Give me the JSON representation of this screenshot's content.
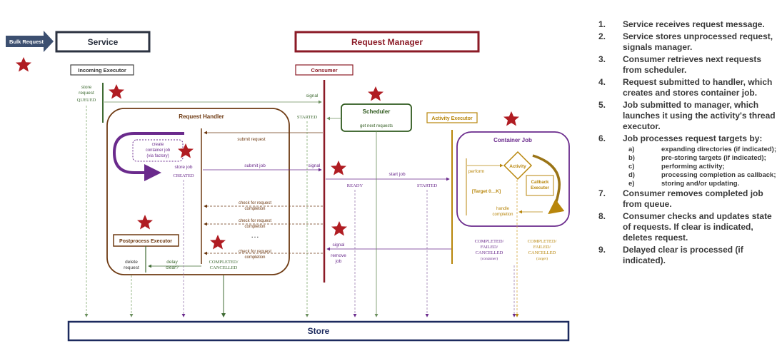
{
  "bulk_request": "Bulk Request",
  "service": {
    "title": "Service",
    "incoming_executor": "Incoming Executor"
  },
  "request_manager": {
    "title": "Request Manager",
    "consumer": "Consumer"
  },
  "request_handler": {
    "title": "Request Handler",
    "create_container_job": [
      "create",
      "container job",
      "(via factory)"
    ],
    "store_job": "store job",
    "created": "CREATED"
  },
  "scheduler": {
    "title": "Scheduler",
    "get_next": "get next requests"
  },
  "activity_executor": {
    "title": "Activity Executor"
  },
  "container_job": {
    "title": "Container Job",
    "activity": "Activity",
    "perform": "perform",
    "target": "[Target 0…K]",
    "callback_executor": [
      "Callback",
      "Executor"
    ],
    "handle_completion": [
      "handle",
      "completion"
    ]
  },
  "postprocess_executor": {
    "title": "Postprocess Executor"
  },
  "store": {
    "title": "Store"
  },
  "labels": {
    "store_request": [
      "store",
      "request"
    ],
    "queued": "QUEUED",
    "signal_top": "signal",
    "started_consumer": "STARTED",
    "submit_request": "submit request",
    "submit_job": "submit job",
    "signal_mid": "signal",
    "start_job": "start job",
    "ready": "READY",
    "started_activity": "STARTED",
    "check_1": [
      "check for request",
      "completion"
    ],
    "check_2": [
      "check for request",
      "completion"
    ],
    "ellipsis": "…",
    "check_3": [
      "check for request",
      "completion"
    ],
    "signal_low": "signal",
    "remove_job": [
      "remove",
      "job"
    ],
    "delete_request": [
      "delete",
      "request"
    ],
    "delay_clear": [
      "delay",
      "clear?"
    ],
    "completed_cancelled": [
      "COMPLETED/",
      "CANCELLED"
    ],
    "completed_container": [
      "COMPLETED/",
      "FAILED/",
      "CANCELLED",
      "(container)"
    ],
    "completed_target": [
      "COMPLETED/",
      "FAILED/",
      "CANCELLED",
      "(target)"
    ]
  },
  "steps": [
    {
      "num": "1.",
      "text": "Service receives request message."
    },
    {
      "num": "2.",
      "text": "Service stores unprocessed request, signals manager."
    },
    {
      "num": "3.",
      "text": "Consumer retrieves next requests from scheduler."
    },
    {
      "num": "4.",
      "text": "Request submitted to handler, which creates and stores container job."
    },
    {
      "num": "5.",
      "text": "Job submitted to manager, which launches it using the activity's thread executor."
    },
    {
      "num": "6.",
      "text": "Job processes request targets by:",
      "subs": [
        {
          "letter": "a)",
          "text": "expanding directories (if indicated);"
        },
        {
          "letter": "b)",
          "text": "pre-storing targets (if indicated);"
        },
        {
          "letter": "c)",
          "text": "performing activity;"
        },
        {
          "letter": "d)",
          "text": "processing completion as callback;"
        },
        {
          "letter": "e)",
          "text": "storing and/or updating."
        }
      ]
    },
    {
      "num": "7.",
      "text": "Consumer removes completed job from queue."
    },
    {
      "num": "8.",
      "text": "Consumer checks and updates state of requests.  If clear is indicated, deletes request."
    },
    {
      "num": "9.",
      "text": "Delayed clear is processed (if indicated)."
    }
  ],
  "colors": {
    "service_dark": "#2b3240",
    "bulk_arrow": "#3c4f70",
    "manager_red": "#8b1a26",
    "star": "#b01c22",
    "handler_brown": "#6e3a12",
    "scheduler_green": "#2f5a1e",
    "activity_gold": "#b8860b",
    "container_purple": "#6a2a8c",
    "store_navy": "#1c2a5e",
    "signal_green": "#4a7a3a"
  }
}
